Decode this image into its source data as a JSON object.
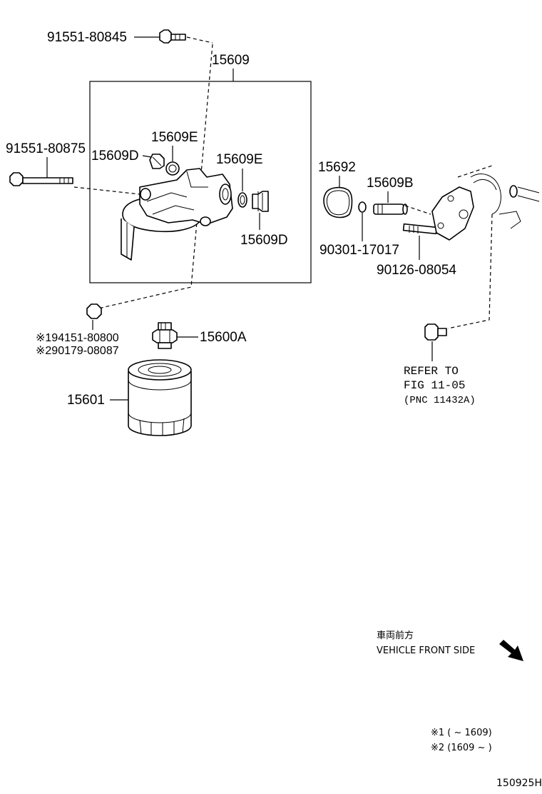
{
  "labels": {
    "p91551_80845": "91551-80845",
    "p15609": "15609",
    "p91551_80875": "91551-80875",
    "p15609E_top": "15609E",
    "p15609D_left": "15609D",
    "p15609E_right": "15609E",
    "p15609D_right": "15609D",
    "p15692": "15692",
    "p15609B": "15609B",
    "p90301_17017": "90301-17017",
    "p90126_08054": "90126-08054",
    "p94151_80800": "※194151-80800",
    "p90179_08087": "※290179-08087",
    "p15600A": "15600A",
    "p15601": "15601"
  },
  "refer": {
    "line1": "REFER TO",
    "line2": "FIG 11-05",
    "line3": "(PNC 11432A)"
  },
  "direction": {
    "jp": "車両前方",
    "en": "VEHICLE FRONT SIDE"
  },
  "notes": {
    "note1": "※1 (       ~ 1609)",
    "note2": "※2 (1609 ~       )"
  },
  "diagram_id": "150925H"
}
